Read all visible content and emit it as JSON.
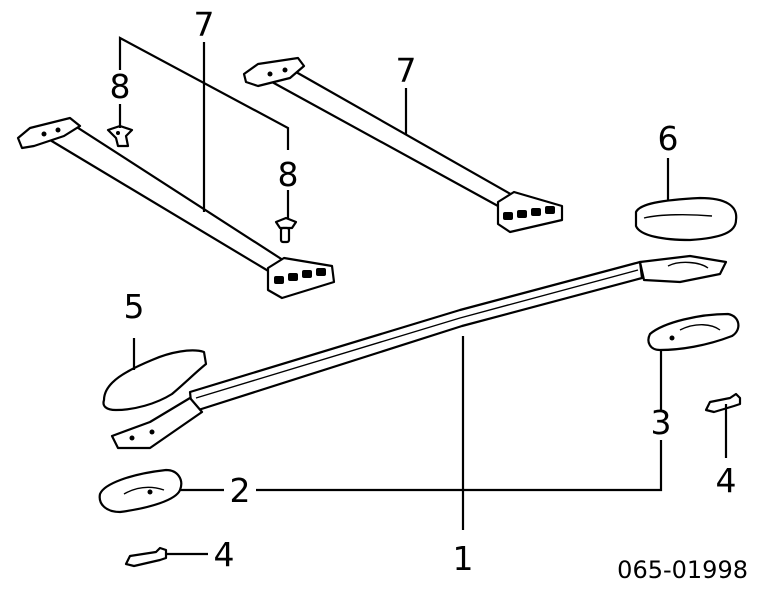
{
  "callouts": {
    "rail": "1",
    "front_leg_cover": "2",
    "rear_leg_cover": "3",
    "screw_left": "4",
    "screw_right": "4",
    "front_end_cover": "5",
    "rear_end_cover": "6",
    "crossbar_left": "7",
    "crossbar_right": "7",
    "fastener_a": "8",
    "fastener_b": "8"
  },
  "reference_number": "065-01998"
}
